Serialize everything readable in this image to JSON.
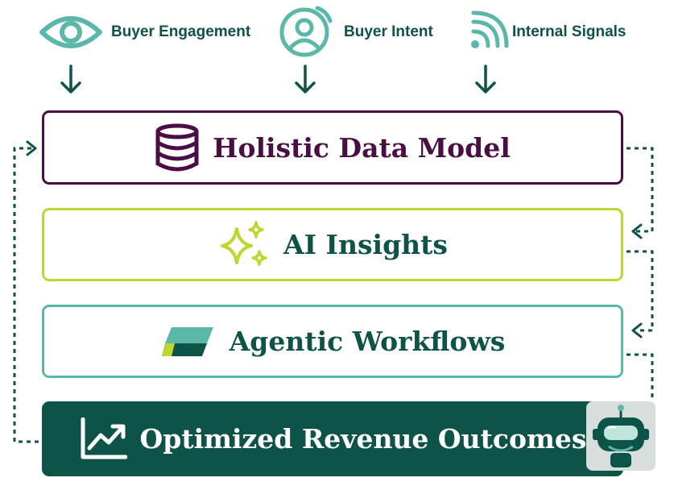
{
  "sources": [
    {
      "label": "Buyer Engagement",
      "icon": "eye-icon"
    },
    {
      "label": "Buyer Intent",
      "icon": "person-signal-icon"
    },
    {
      "label": "Internal Signals",
      "icon": "wifi-signal-icon"
    }
  ],
  "layers": [
    {
      "label": "Holistic Data Model",
      "icon": "database-icon",
      "border": "#4a0e45",
      "text": "#4a0e45",
      "fill": "#ffffff"
    },
    {
      "label": "AI Insights",
      "icon": "sparkles-icon",
      "border": "#bfd631",
      "text": "#0d5347",
      "fill": "#ffffff"
    },
    {
      "label": "Agentic Workflows",
      "icon": "workflow-logo-icon",
      "border": "#5bb8a9",
      "text": "#0d5347",
      "fill": "#ffffff"
    },
    {
      "label": "Optimized Revenue Outcomes",
      "icon": "trend-chart-icon",
      "border": "#0d5347",
      "text": "#ffffff",
      "fill": "#0d5347"
    }
  ],
  "colors": {
    "dark_green": "#0d5347",
    "purple": "#4a0e45",
    "lime": "#bfd631",
    "teal": "#5bb8a9",
    "dotted_connector": "#0d5347"
  },
  "robot": {
    "icon": "robot-mascot-icon"
  }
}
